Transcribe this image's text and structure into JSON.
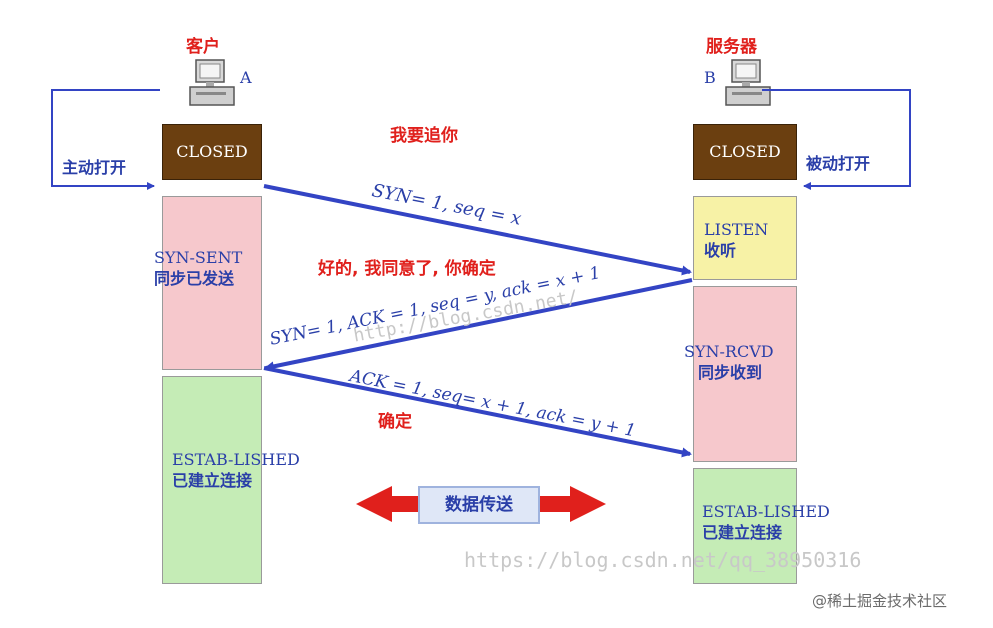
{
  "client": {
    "role": "客户",
    "letter": "A",
    "closed": "CLOSED",
    "open_label": "主动打开",
    "syn_sent_en": "SYN-SENT",
    "syn_sent_cn": "同步已发送",
    "established_en": "ESTAB-LISHED",
    "established_cn": "已建立连接"
  },
  "server": {
    "role": "服务器",
    "letter": "B",
    "closed": "CLOSED",
    "open_label": "被动打开",
    "listen_en": "LISTEN",
    "listen_cn": "收听",
    "syn_rcvd_en": "SYN-RCVD",
    "syn_rcvd_cn": "同步收到",
    "established_en": "ESTAB-LISHED",
    "established_cn": "已建立连接"
  },
  "annotations": {
    "chase": "我要追你",
    "agree": "好的, 我同意了, 你确定",
    "confirm": "确定"
  },
  "messages": {
    "m1": "SYN= 1, seq = x",
    "m2": "SYN= 1, ACK = 1, seq = y, ack = x + 1",
    "m3": "ACK = 1, seq= x + 1, ack = y + 1"
  },
  "transfer_label": "数据传送",
  "watermarks": {
    "w1": "http://blog.csdn.net/",
    "w2": "https://blog.csdn.net/qq_38950316"
  },
  "footer": "@稀土掘金技术社区",
  "colors": {
    "arrow": "#3344c4",
    "red": "#e0201c",
    "closed": "#6b3f10",
    "pink": "#f6c8cc",
    "green": "#c5ecb6",
    "yellow": "#f7f2a6"
  }
}
